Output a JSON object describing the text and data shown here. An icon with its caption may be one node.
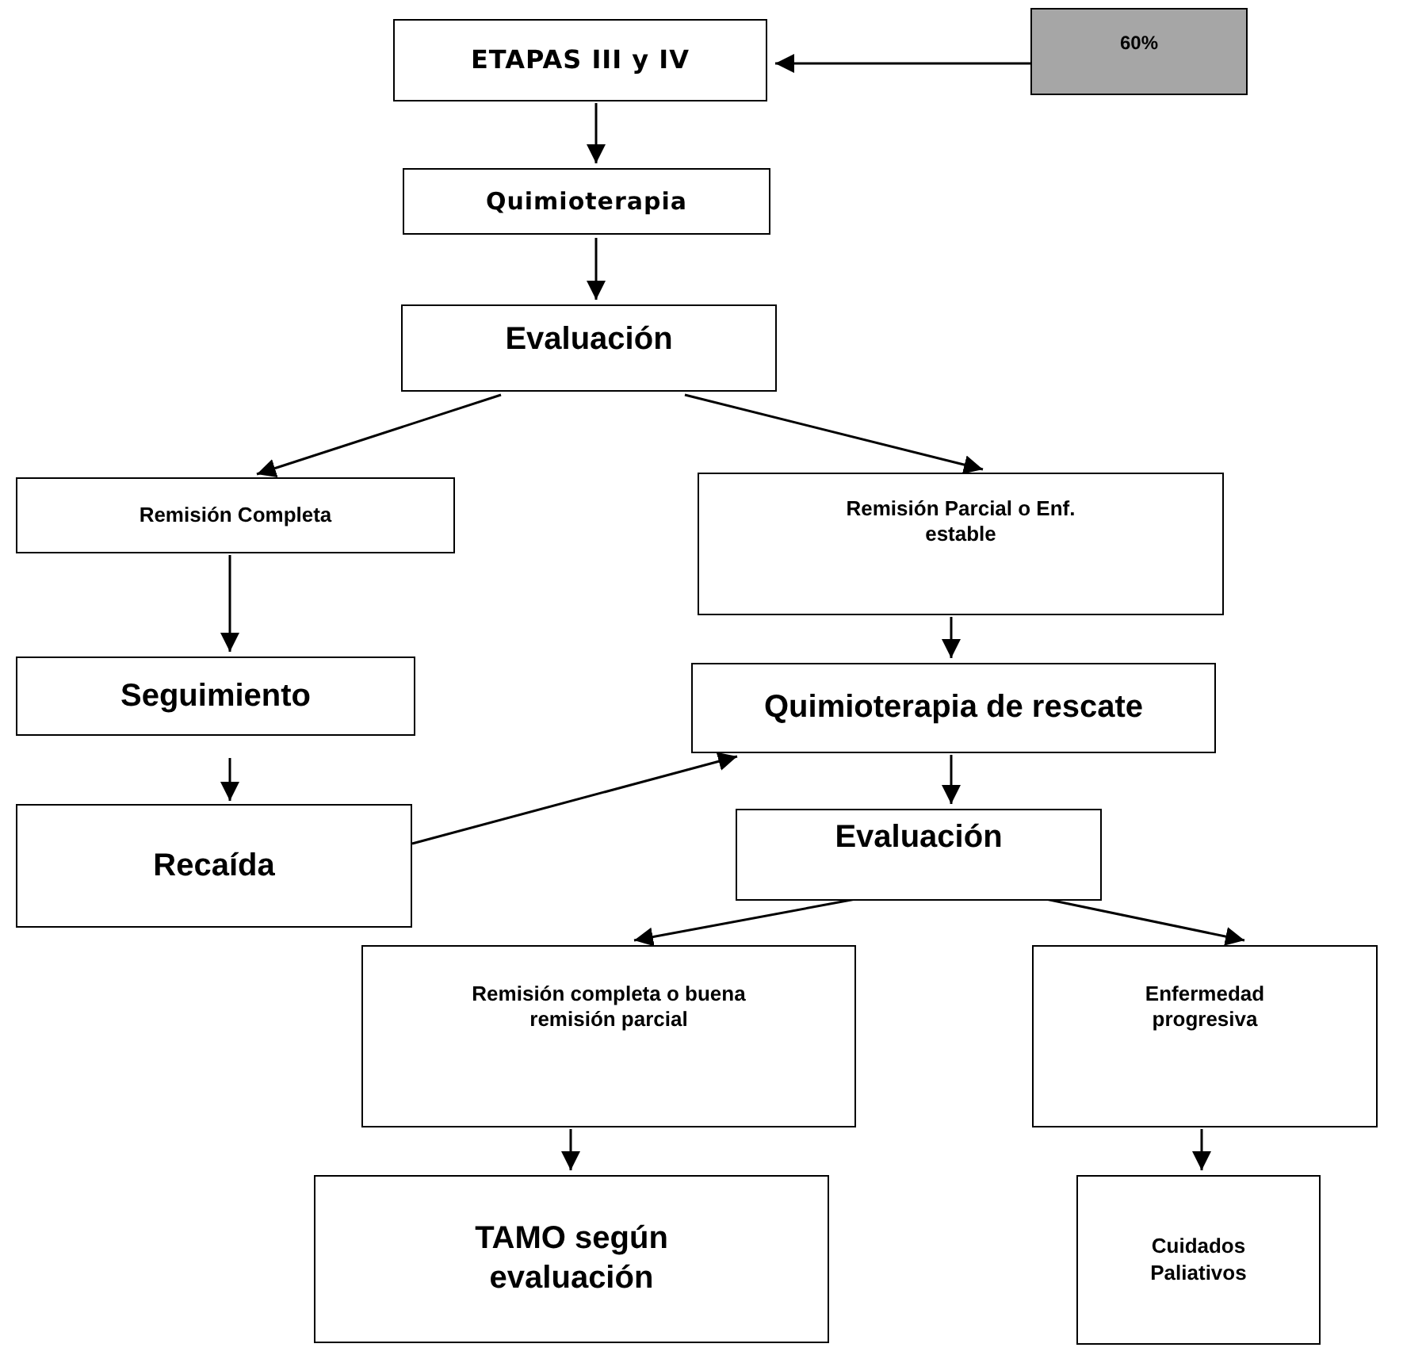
{
  "diagram": {
    "nodes": [
      {
        "text": [
          "ETAPAS III y IV"
        ]
      },
      {
        "text": [
          "60%"
        ]
      },
      {
        "text": [
          "Quimioterapia"
        ]
      },
      {
        "text": [
          "Evaluación"
        ]
      },
      {
        "text": [
          "Remisión Completa"
        ]
      },
      {
        "text": [
          "Remisión Parcial o Enf. estable"
        ]
      },
      {
        "text": [
          "Seguimiento"
        ]
      },
      {
        "text": [
          "Quimioterapia de rescate"
        ]
      },
      {
        "text": [
          "Recaída"
        ]
      },
      {
        "text": [
          "Evaluación"
        ]
      },
      {
        "text": [
          "Remisión completa o buena remisión parcial"
        ]
      },
      {
        "text": [
          "Enfermedad progresiva"
        ]
      },
      {
        "text": [
          "TAMO según evaluación"
        ]
      },
      {
        "text": [
          "Cuidados Paliativos"
        ]
      }
    ],
    "edges": [
      {
        "from": 1,
        "to": 0,
        "arrow": "to"
      },
      {
        "from": 0,
        "to": 2,
        "arrow": "to"
      },
      {
        "from": 2,
        "to": 3,
        "arrow": "to"
      },
      {
        "from": 3,
        "to": 4,
        "arrow": "to"
      },
      {
        "from": 3,
        "to": 5,
        "arrow": "to"
      },
      {
        "from": 4,
        "to": 6,
        "arrow": "to"
      },
      {
        "from": 5,
        "to": 7,
        "arrow": "to"
      },
      {
        "from": 6,
        "to": 8,
        "arrow": "to"
      },
      {
        "from": 8,
        "to": 7,
        "arrow": "to"
      },
      {
        "from": 7,
        "to": 9,
        "arrow": "to"
      },
      {
        "from": 9,
        "to": 10,
        "arrow": "to"
      },
      {
        "from": 9,
        "to": 11,
        "arrow": "to"
      },
      {
        "from": 10,
        "to": 12,
        "arrow": "to"
      },
      {
        "from": 11,
        "to": 13,
        "arrow": "to"
      }
    ]
  }
}
